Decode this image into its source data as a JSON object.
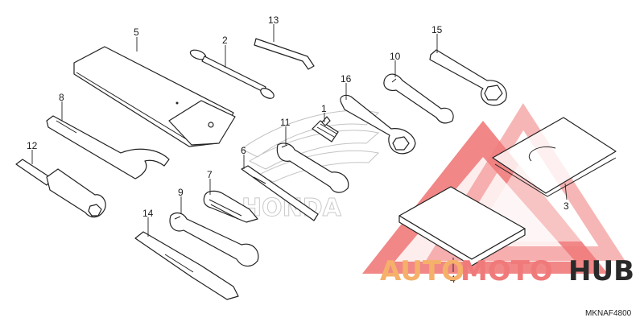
{
  "diagram": {
    "callouts": {
      "p1": "1",
      "p2": "2",
      "p3": "3",
      "p4": "4",
      "p5": "5",
      "p6": "6",
      "p7": "7",
      "p8": "8",
      "p9": "9",
      "p10": "10",
      "p11": "11",
      "p12": "12",
      "p13": "13",
      "p14": "14",
      "p15": "15",
      "p16": "16"
    },
    "drawing_code": "MKNAF4800",
    "watermark": {
      "word_auto": "AUTO",
      "word_moto": "MOTO",
      "word_hub": "HUB",
      "accent_color": "#f07a7a",
      "light_accent": "#f5b6a0",
      "dark_color": "#2a2a2a"
    },
    "brand_mark": "HONDA"
  }
}
